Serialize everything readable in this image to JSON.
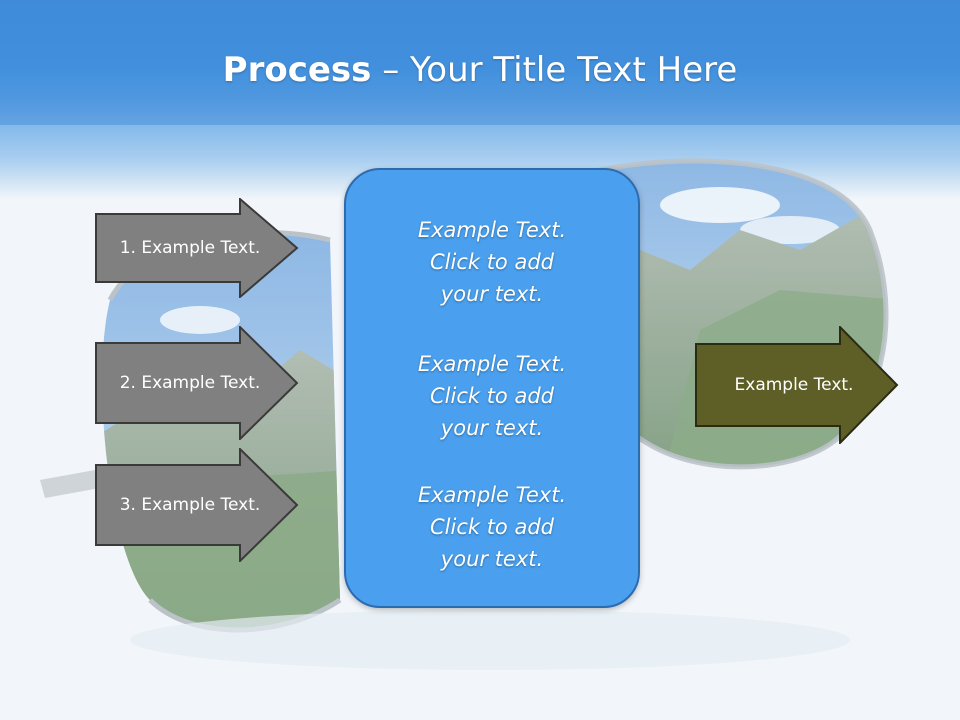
{
  "slide": {
    "title_bold": "Process",
    "title_sep": " – ",
    "title_rest": "Your Title Text Here"
  },
  "left_arrows": [
    {
      "label": "1. Example Text."
    },
    {
      "label": "2. Example Text."
    },
    {
      "label": "3. Example Text."
    }
  ],
  "center_box": {
    "blocks": [
      {
        "lines": [
          "Example Text.",
          "Click  to add",
          "your text."
        ]
      },
      {
        "lines": [
          "Example Text.",
          "Click  to add",
          "your text."
        ]
      },
      {
        "lines": [
          "Example Text.",
          "Click  to add",
          "your text."
        ]
      }
    ]
  },
  "right_arrow": {
    "label": "Example Text."
  },
  "colors": {
    "header_blue": "#1a7ad8",
    "arrow_gray": "#808080",
    "box_blue": "#4aa0ee",
    "arrow_olive": "#5e5f27"
  }
}
